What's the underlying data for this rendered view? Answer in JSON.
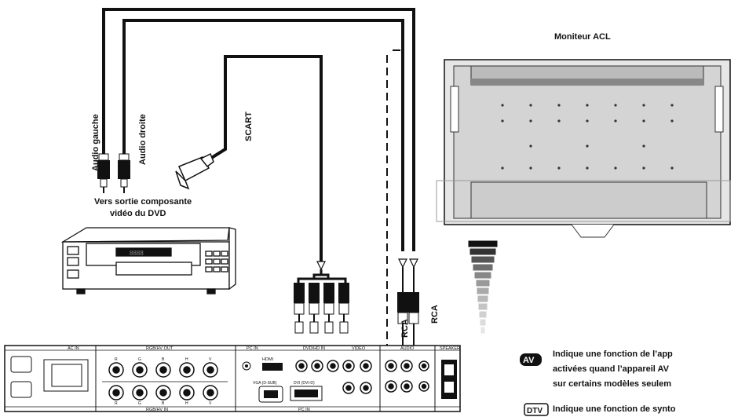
{
  "labels": {
    "monitor_title": "Moniteur ACL",
    "audio_left": "Audio gauche",
    "audio_right": "Audio droite",
    "scart": "SCART",
    "dvd_line1": "Vers sortie composante",
    "dvd_line2": "vidéo du DVD",
    "rca_a": "RCA",
    "rca_b": "RCA"
  },
  "panel": {
    "ac_in": "AC IN",
    "rgbhv_out": "RGB/HV OUT",
    "rgbhv_in": "RGB/HV IN",
    "pc_in_top": "PC IN",
    "pc_in_bottom": "PC IN",
    "hdmi": "HDMI",
    "vga": "VGA (D-SUB)",
    "dvi": "DVI (DVI-D)",
    "dvd_hd": "DVD/HD IN",
    "video": "VIDEO",
    "audio": "AUDIO",
    "speaker": "SPEAKER",
    "rgb_top": [
      "R",
      "G",
      "B",
      "H",
      "V"
    ],
    "rgb_bottom": [
      "R",
      "G",
      "B",
      "H",
      "V"
    ]
  },
  "legend": {
    "av_badge": "AV",
    "av_text": [
      "Indique une fonction de l’app",
      "activées quand l’appareil AV",
      "sur certains modèles seulem"
    ],
    "dtv_badge": "DTV",
    "dtv_text": "Indique une fonction de synto"
  },
  "dvd_display": "8888",
  "colors": {
    "line": "#111111",
    "panel": "#ffffff",
    "screen": "#cfcfcf"
  }
}
